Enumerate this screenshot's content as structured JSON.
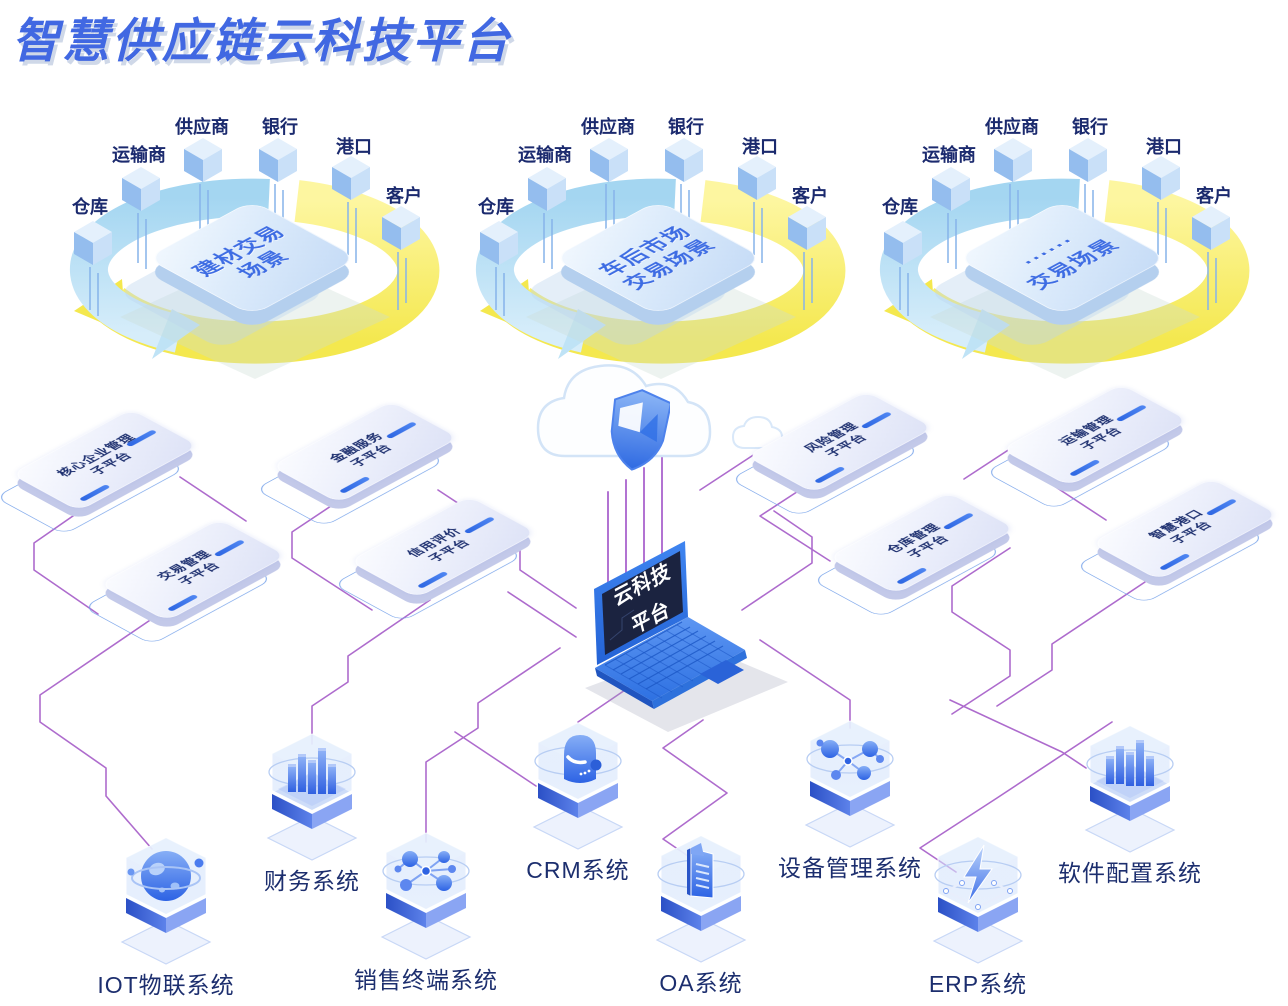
{
  "page_title": "智慧供应链云科技平台",
  "scene_node_labels": [
    "仓库",
    "运输商",
    "供应商",
    "银行",
    "港口",
    "客户"
  ],
  "scenes": [
    {
      "title_line1": "建材交易",
      "title_line2": "场景"
    },
    {
      "title_line1": "车后市场",
      "title_line2": "交易场景"
    },
    {
      "title_line1": "······",
      "title_line2": "交易场景"
    }
  ],
  "platforms": [
    {
      "line1": "核心企业管理",
      "line2": "子平台"
    },
    {
      "line1": "金融服务",
      "line2": "子平台"
    },
    {
      "line1": "交易管理",
      "line2": "子平台"
    },
    {
      "line1": "信用评价",
      "line2": "子平台"
    },
    {
      "line1": "风险管理",
      "line2": "子平台"
    },
    {
      "line1": "仓库管理",
      "line2": "子平台"
    },
    {
      "line1": "运输管理",
      "line2": "子平台"
    },
    {
      "line1": "智慧港口",
      "line2": "子平台"
    }
  ],
  "center": {
    "screen_line1": "云科技",
    "screen_line2": "平台"
  },
  "systems": [
    {
      "label": "IOT物联系统",
      "icon": "planet-icon"
    },
    {
      "label": "财务系统",
      "icon": "bar-chart-icon"
    },
    {
      "label": "销售终端系统",
      "icon": "network-icon"
    },
    {
      "label": "CRM系统",
      "icon": "robot-icon"
    },
    {
      "label": "OA系统",
      "icon": "document-icon"
    },
    {
      "label": "设备管理系统",
      "icon": "molecule-icon"
    },
    {
      "label": "ERP系统",
      "icon": "lightning-icon"
    },
    {
      "label": "软件配置系统",
      "icon": "bar-chart-icon"
    }
  ],
  "colors": {
    "title_blue": "#4168e2",
    "label_navy": "#1c2e6e",
    "scene_title_blue": "#3d6ce3",
    "connector_purple": "#a55cc8",
    "arrow_yellow": "#f6ea5a",
    "arrow_blue": "#a9d9f2",
    "base_blue": "#2d53c8"
  }
}
